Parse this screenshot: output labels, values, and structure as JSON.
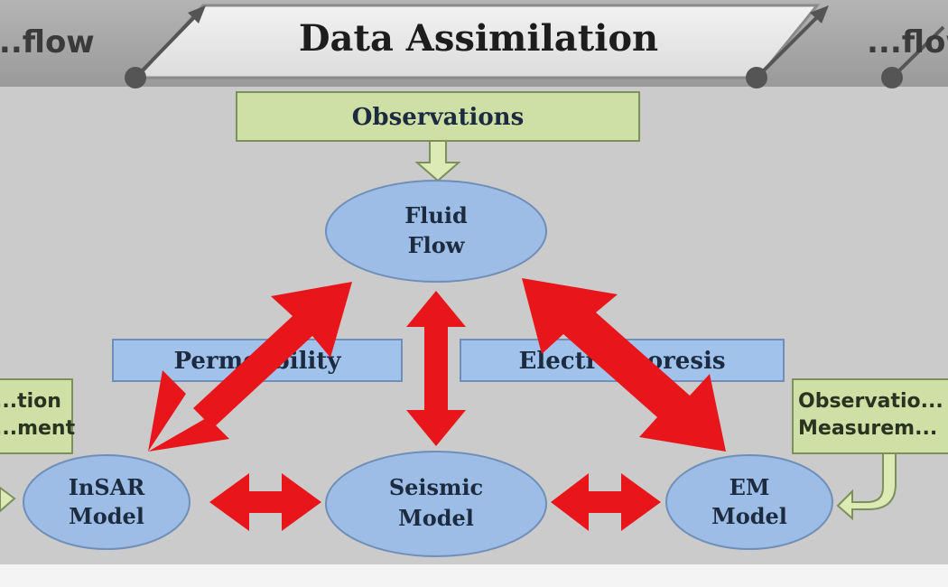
{
  "diagram": {
    "title": "Data Assimilation",
    "edge_labels": {
      "left_flow": "...flow",
      "right_flow": "...flow"
    },
    "boxes": {
      "observations": "Observations",
      "permeability": "Permeability",
      "electrophoresis": "Electrophoresis",
      "left_side_line1": "...tion",
      "left_side_line2": "...ment",
      "right_side_line1": "Observatio...",
      "right_side_line2": "Measurem..."
    },
    "nodes": {
      "fluid_flow_line1": "Fluid",
      "fluid_flow_line2": "Flow",
      "infill_line1": "InSAR",
      "infill_line2": "Model",
      "seismic_line1": "Seismic",
      "seismic_line2": "Model",
      "em_line1": "EM",
      "em_line2": "Model"
    },
    "colors": {
      "background": "#cccccc",
      "banner": "#e8e8e8",
      "node_fill": "#9dbde6",
      "green_box": "#cfe0a7",
      "blue_box": "#a1c2ea",
      "arrow_red": "#e8161b"
    }
  }
}
